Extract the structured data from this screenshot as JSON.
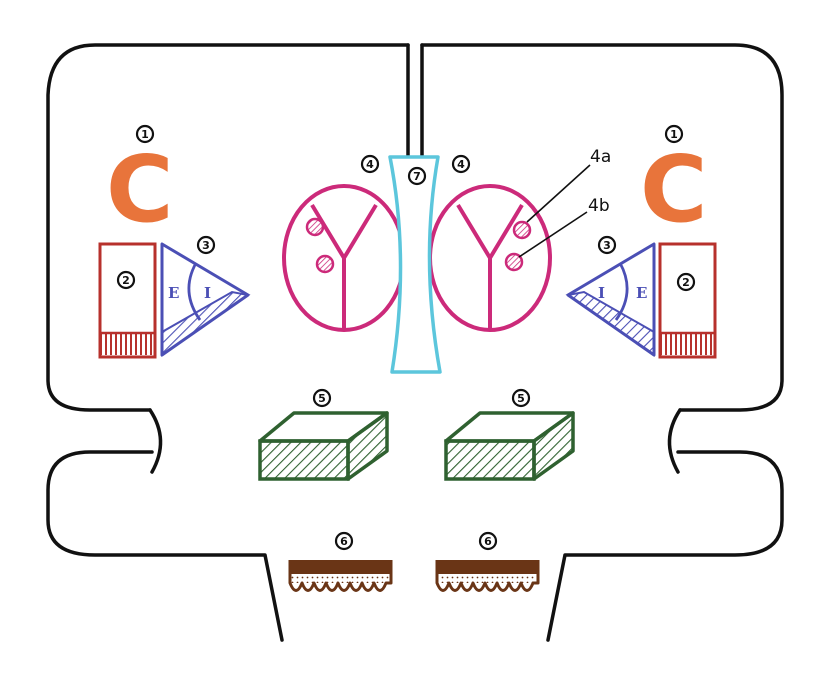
{
  "colors": {
    "outline": "#111111",
    "orange": "#e8743b",
    "red": "#b7312c",
    "blue": "#4b4fb5",
    "magenta": "#cc2a7a",
    "cyan": "#5cc6dc",
    "green": "#2f6130",
    "brown": "#6a3516"
  },
  "labels": {
    "one": "1",
    "two": "2",
    "three": "3",
    "four": "4",
    "five": "5",
    "six": "6",
    "seven": "7",
    "four_a": "4a",
    "four_b": "4b",
    "c_letter": "C",
    "e_letter": "E",
    "i_letter": "I"
  }
}
